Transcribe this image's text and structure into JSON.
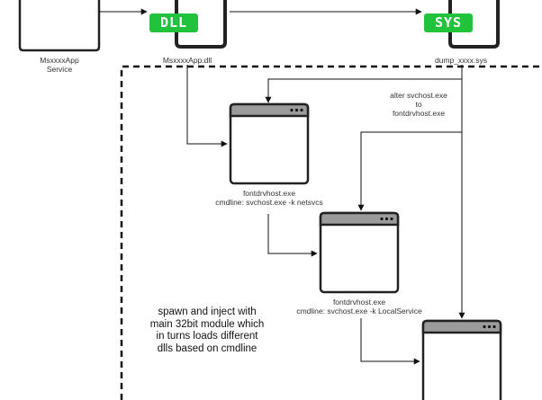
{
  "nodes": {
    "service": {
      "label_line1": "MsxxxxApp",
      "label_line2": "Service"
    },
    "dll": {
      "badge": "DLL",
      "label": "MsxxxxApp.dll"
    },
    "sys": {
      "badge": "SYS",
      "label": "dump_xxxx.sys"
    },
    "fontdrv1": {
      "name": "fontdrvhost.exe",
      "cmdline": "cmdline: svchost.exe -k netsvcs"
    },
    "fontdrv2": {
      "name": "fontdrvhost.exe",
      "cmdline": "cmdline: svchost.exe -k LocalService"
    }
  },
  "alter_note": {
    "line1": "alter svchost.exe",
    "line2": "to",
    "line3": "fontdrvhost.exe"
  },
  "description": {
    "line1": "spawn and inject with",
    "line2": "main 32bit module which",
    "line3": "in turns loads different",
    "line4": "dlls based on cmdline"
  },
  "colors": {
    "badge_green": "#22c33c",
    "window_titlebar": "#9b9b9b",
    "border": "#222222"
  }
}
